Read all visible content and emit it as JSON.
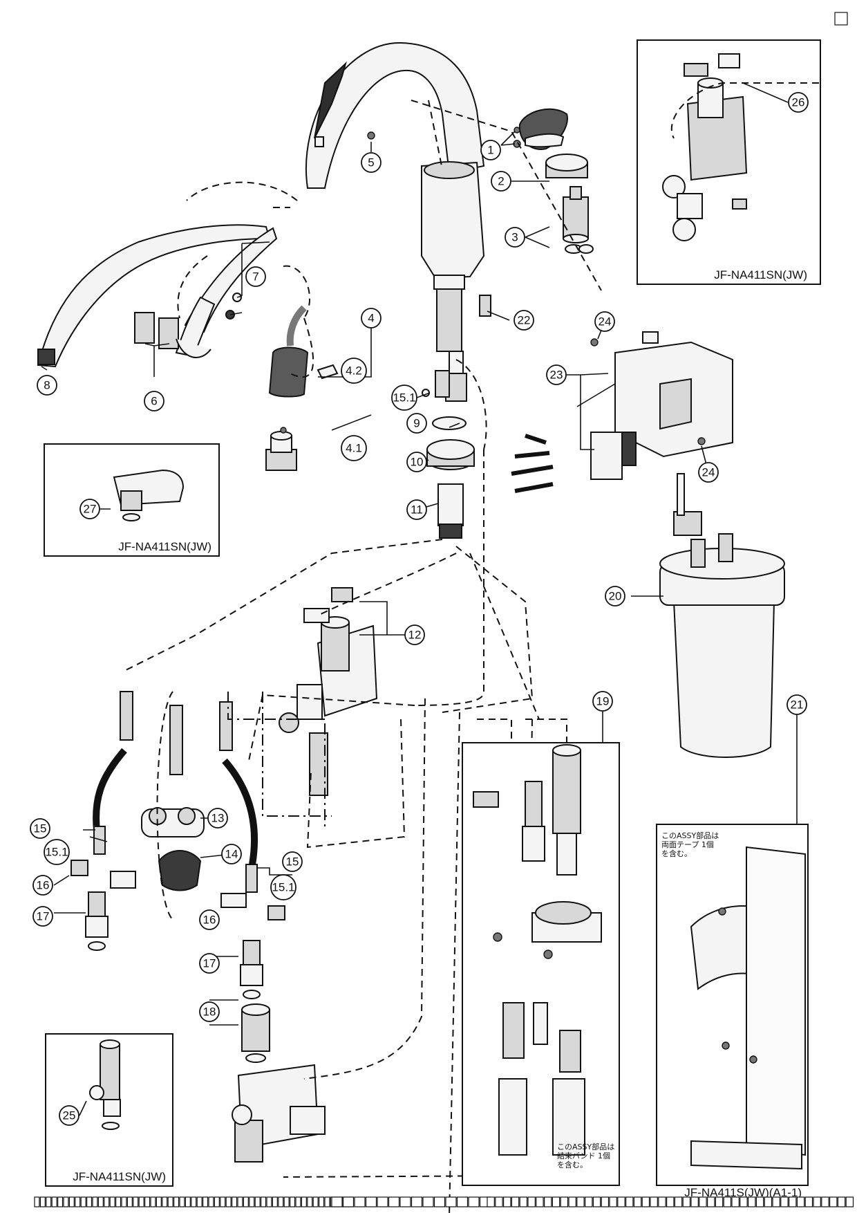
{
  "callouts": [
    {
      "id": "c1",
      "label": "1"
    },
    {
      "id": "c2",
      "label": "2"
    },
    {
      "id": "c3",
      "label": "3"
    },
    {
      "id": "c4",
      "label": "4"
    },
    {
      "id": "c4_2",
      "label": "4.2"
    },
    {
      "id": "c4_1",
      "label": "4.1"
    },
    {
      "id": "c5",
      "label": "5"
    },
    {
      "id": "c6",
      "label": "6"
    },
    {
      "id": "c7",
      "label": "7"
    },
    {
      "id": "c8",
      "label": "8"
    },
    {
      "id": "c9",
      "label": "9"
    },
    {
      "id": "c10",
      "label": "10"
    },
    {
      "id": "c11",
      "label": "11"
    },
    {
      "id": "c12",
      "label": "12"
    },
    {
      "id": "c13",
      "label": "13"
    },
    {
      "id": "c14",
      "label": "14"
    },
    {
      "id": "c15a",
      "label": "15"
    },
    {
      "id": "c15b",
      "label": "15"
    },
    {
      "id": "c15_1a",
      "label": "15.1"
    },
    {
      "id": "c15_1b",
      "label": "15.1"
    },
    {
      "id": "c15_1c",
      "label": "15.1"
    },
    {
      "id": "c16a",
      "label": "16"
    },
    {
      "id": "c16b",
      "label": "16"
    },
    {
      "id": "c17a",
      "label": "17"
    },
    {
      "id": "c17b",
      "label": "17"
    },
    {
      "id": "c18",
      "label": "18"
    },
    {
      "id": "c19",
      "label": "19"
    },
    {
      "id": "c20",
      "label": "20"
    },
    {
      "id": "c21",
      "label": "21"
    },
    {
      "id": "c22",
      "label": "22"
    },
    {
      "id": "c23",
      "label": "23"
    },
    {
      "id": "c24a",
      "label": "24"
    },
    {
      "id": "c24b",
      "label": "24"
    },
    {
      "id": "c25",
      "label": "25"
    },
    {
      "id": "c26",
      "label": "26"
    },
    {
      "id": "c27",
      "label": "27"
    }
  ],
  "boxes": {
    "top_right_caption": "JF-NA411SN(JW)",
    "mid_left_caption": "JF-NA411SN(JW)",
    "bottom_left_caption": "JF-NA411SN(JW)"
  },
  "notes": {
    "bracket_note": "このASSY部品は\n両面テープ 1個\nを含む。",
    "hose_note": "このASSY部品は\n結束バンド 1個\nを含む。"
  },
  "footer": {
    "model_code": "JF-NA411S(JW)(A1-1)",
    "tofu_row_1": 55,
    "tofu_row_2": 14,
    "tofu_row_3": 45
  }
}
